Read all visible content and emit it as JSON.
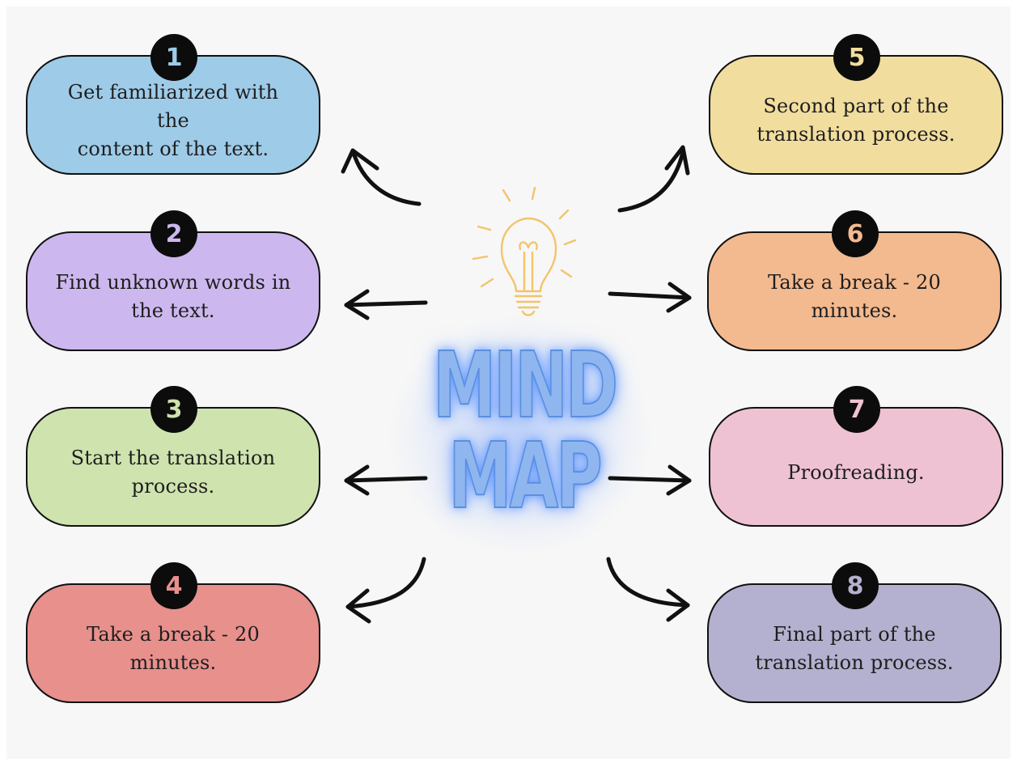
{
  "title": {
    "line1": "MIND",
    "line2": "MAP",
    "color": "#8fb6ee"
  },
  "cards": [
    {
      "number": "1",
      "text": "Get familiarized with the content of the text.",
      "lines": [
        "Get familiarized with the",
        "content of the text."
      ],
      "bg": "#9ecbe8",
      "num_color": "#9ecbe8"
    },
    {
      "number": "2",
      "text": "Find unknown words in the text.",
      "lines": [
        "Find unknown words in",
        "the text."
      ],
      "bg": "#ccb8ee",
      "num_color": "#ccb8ee"
    },
    {
      "number": "3",
      "text": "Start the translation process.",
      "lines": [
        "Start the translation",
        "process."
      ],
      "bg": "#cfe3ae",
      "num_color": "#cfe3ae"
    },
    {
      "number": "4",
      "text": "Take a break - 20 minutes.",
      "lines": [
        "Take a break - 20",
        "minutes."
      ],
      "bg": "#e7908c",
      "num_color": "#e7908c"
    },
    {
      "number": "5",
      "text": "Second part of the translation process.",
      "lines": [
        "Second part of the",
        "translation process."
      ],
      "bg": "#f1dd9e",
      "num_color": "#f1dd9e"
    },
    {
      "number": "6",
      "text": "Take a break - 20 minutes.",
      "lines": [
        "Take a break - 20",
        "minutes."
      ],
      "bg": "#f3b98f",
      "num_color": "#f3b98f"
    },
    {
      "number": "7",
      "text": "Proofreading.",
      "lines": [
        "Proofreading."
      ],
      "bg": "#efc2d3",
      "num_color": "#efc2d3"
    },
    {
      "number": "8",
      "text": "Final part of the translation process.",
      "lines": [
        "Final part of the",
        "translation process."
      ],
      "bg": "#b4b0cf",
      "num_color": "#b4b0cf"
    }
  ],
  "icons": {
    "center": "lightbulb-icon",
    "connectors": "arrow-icon"
  }
}
